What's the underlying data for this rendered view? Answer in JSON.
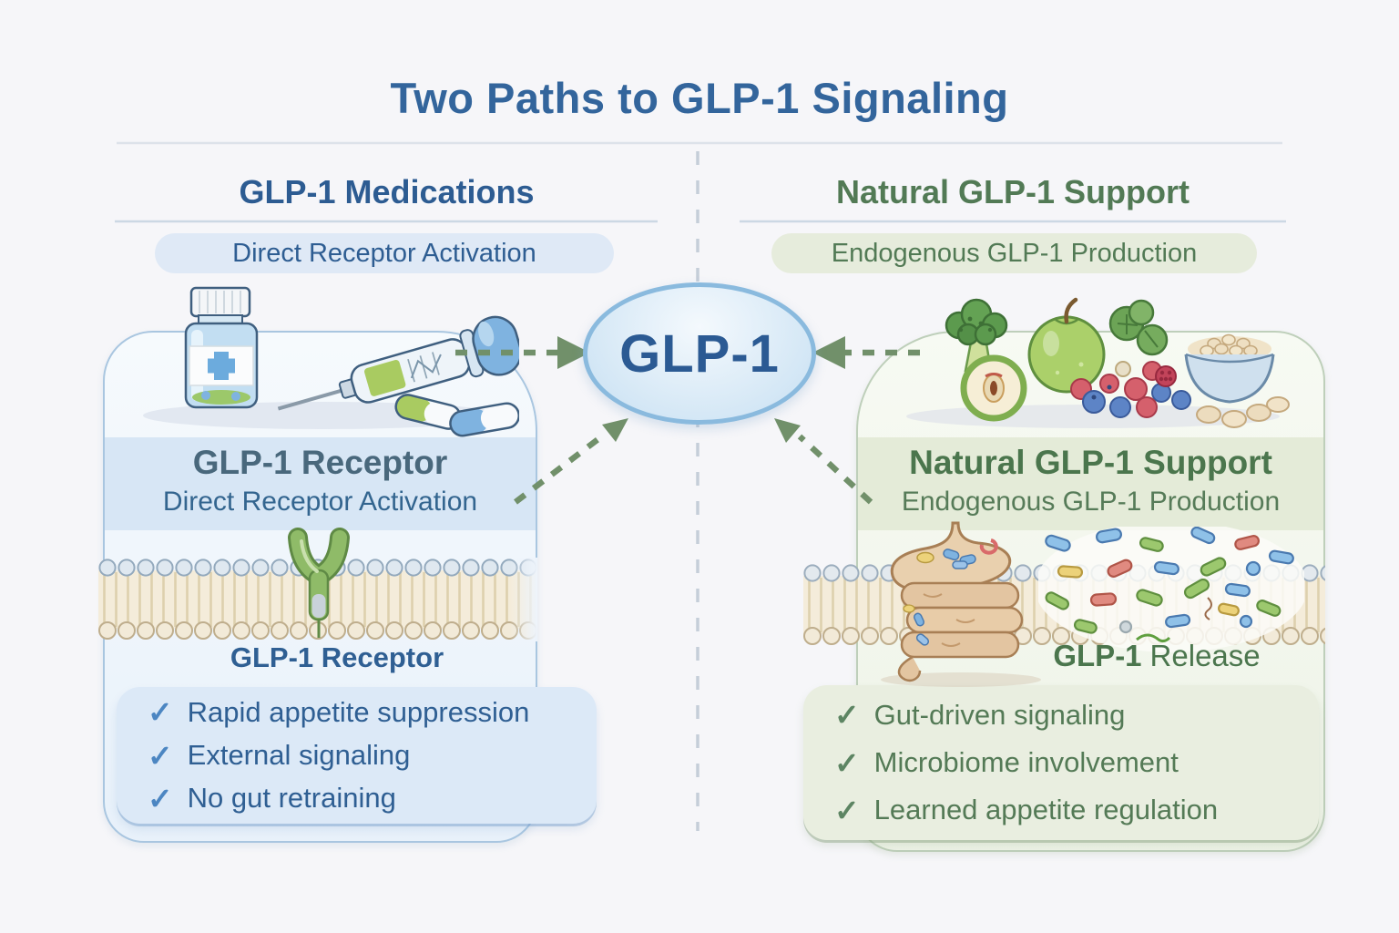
{
  "title": "Two Paths to GLP-1 Signaling",
  "glyphs": {
    "check": "✓"
  },
  "center": {
    "label": "GLP-1"
  },
  "left": {
    "header": "GLP-1 Medications",
    "badge": "Direct Receptor Activation",
    "band_title": "GLP-1 Receptor",
    "band_subtitle": "Direct Receptor Activation",
    "membrane_label": "GLP-1 Receptor",
    "checklist": [
      "Rapid appetite suppression",
      "External signaling",
      "No gut retraining"
    ]
  },
  "right": {
    "header": "Natural GLP-1 Support",
    "badge": "Endogenous GLP-1 Production",
    "band_title": "Natural GLP-1 Support",
    "band_subtitle": "Endogenous GLP-1 Production",
    "release_label_strong": "GLP-1",
    "release_label": "Release",
    "checklist": [
      "Gut-driven signaling",
      "Microbiome involvement",
      "Learned appetite regulation"
    ]
  },
  "colors": {
    "title_blue": "#33659c",
    "header_blue": "#2d5c92",
    "header_green": "#527a55",
    "badge_blue_bg": "#dfe9f6",
    "badge_green_bg": "#e6ecdc",
    "card_blue_border": "#a9c6e0",
    "card_green_border": "#becfba",
    "oval_border": "#8abade",
    "oval_text": "#2b5a93",
    "arrow_green": "#71906a",
    "check_blue": "#4c86c2",
    "check_green": "#5d8563"
  }
}
